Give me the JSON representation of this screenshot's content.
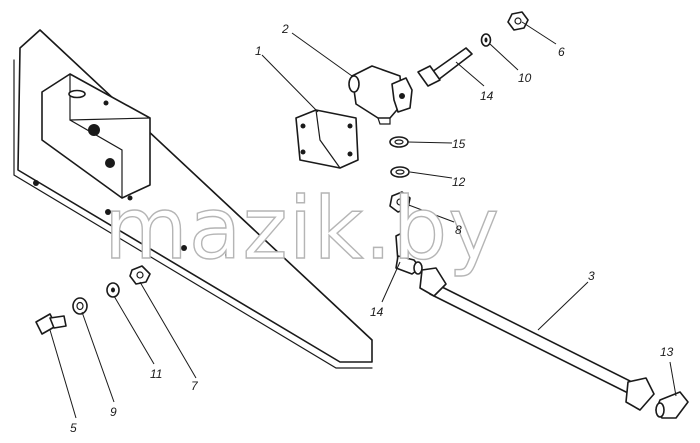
{
  "diagram": {
    "watermark": "mazik.by",
    "callouts": [
      {
        "id": "c1",
        "text": "1"
      },
      {
        "id": "c2",
        "text": "2"
      },
      {
        "id": "c3",
        "text": "3"
      },
      {
        "id": "c5",
        "text": "5"
      },
      {
        "id": "c6",
        "text": "6"
      },
      {
        "id": "c7",
        "text": "7"
      },
      {
        "id": "c8",
        "text": "8"
      },
      {
        "id": "c9",
        "text": "9"
      },
      {
        "id": "c10",
        "text": "10"
      },
      {
        "id": "c11",
        "text": "11"
      },
      {
        "id": "c12",
        "text": "12"
      },
      {
        "id": "c13",
        "text": "13"
      },
      {
        "id": "c14a",
        "text": "14"
      },
      {
        "id": "c14b",
        "text": "14"
      },
      {
        "id": "c15",
        "text": "15"
      }
    ]
  }
}
